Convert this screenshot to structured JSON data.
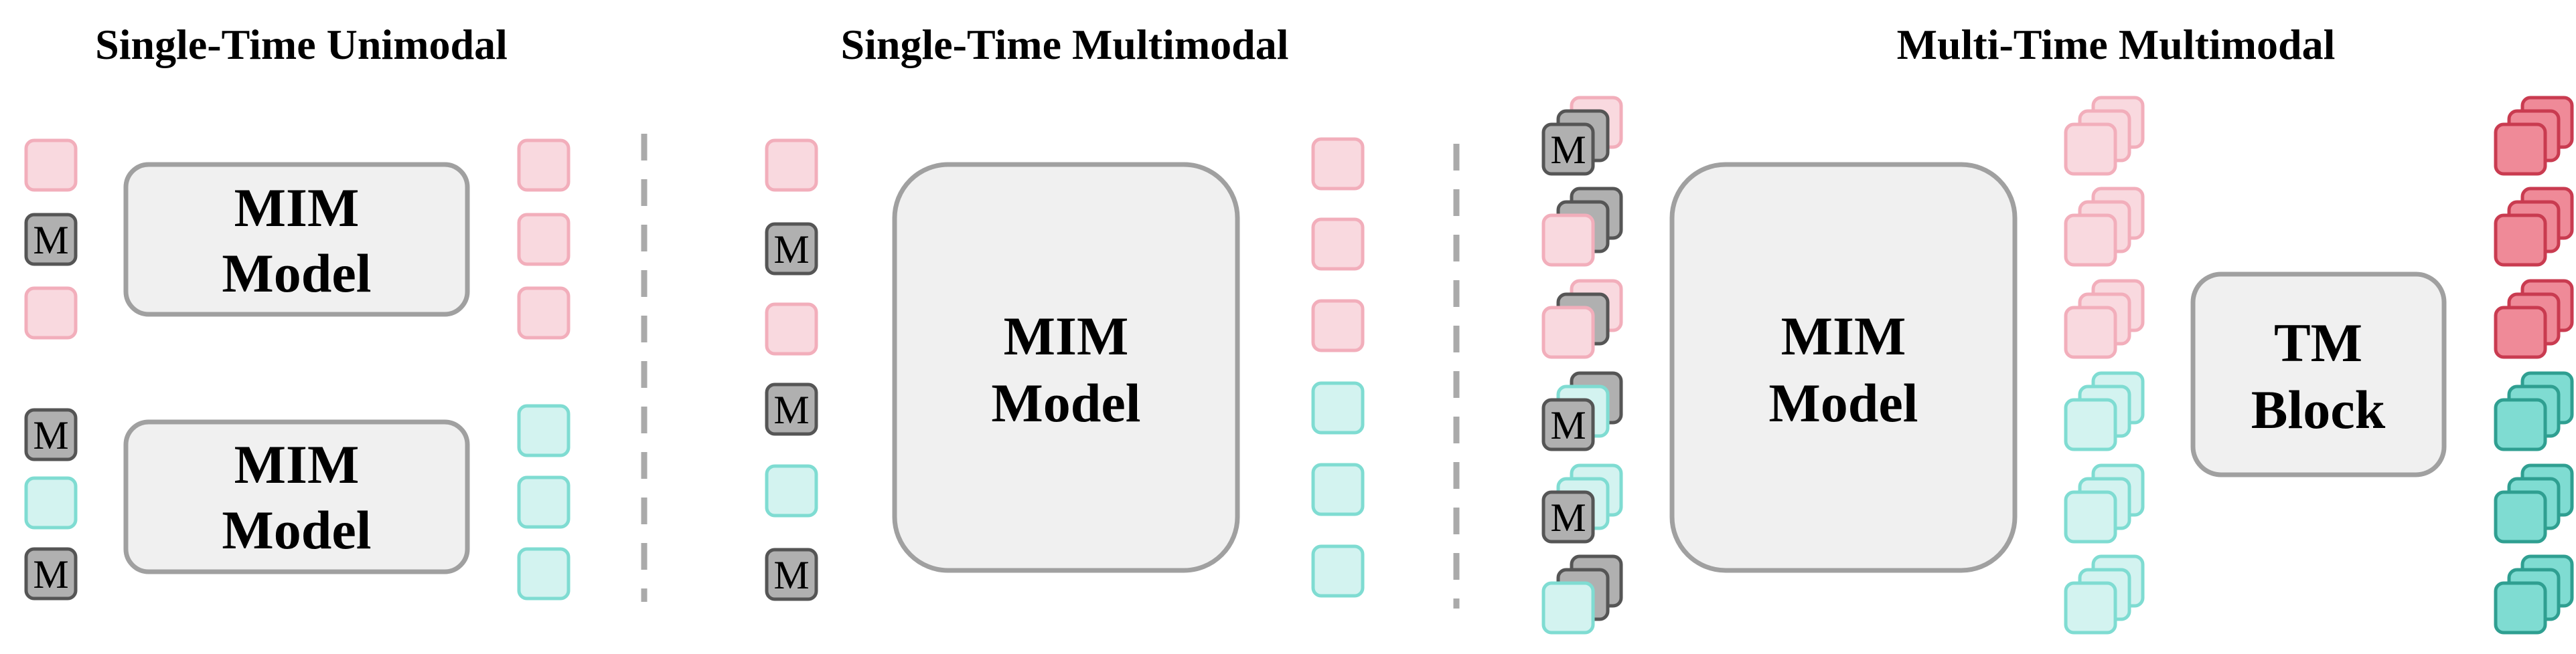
{
  "titles": {
    "single_time_unimodal": "Single-Time Unimodal",
    "single_time_multimodal": "Single-Time Multimodal",
    "multi_time_multimodal": "Multi-Time Multimodal"
  },
  "boxes": {
    "mim_line1": "MIM",
    "mim_line2": "Model",
    "tm_line1": "TM",
    "tm_line2": "Block"
  },
  "mask_token_label": "M",
  "colors": {
    "pink_fill": "#f9d9df",
    "pink_stroke": "#f2aebb",
    "cyan_fill": "#d3f3f0",
    "cyan_stroke": "#7fdcd2",
    "mask_fill": "#b0b0b0",
    "mask_stroke": "#555555",
    "box_fill": "#f0f0f0",
    "box_stroke": "#a0a0a0",
    "red_fill": "#ef8a98",
    "red_stroke": "#c93b50",
    "teal_fill": "#7fdcd2",
    "teal_stroke": "#2f9f91",
    "divider": "#aaaaaa"
  }
}
